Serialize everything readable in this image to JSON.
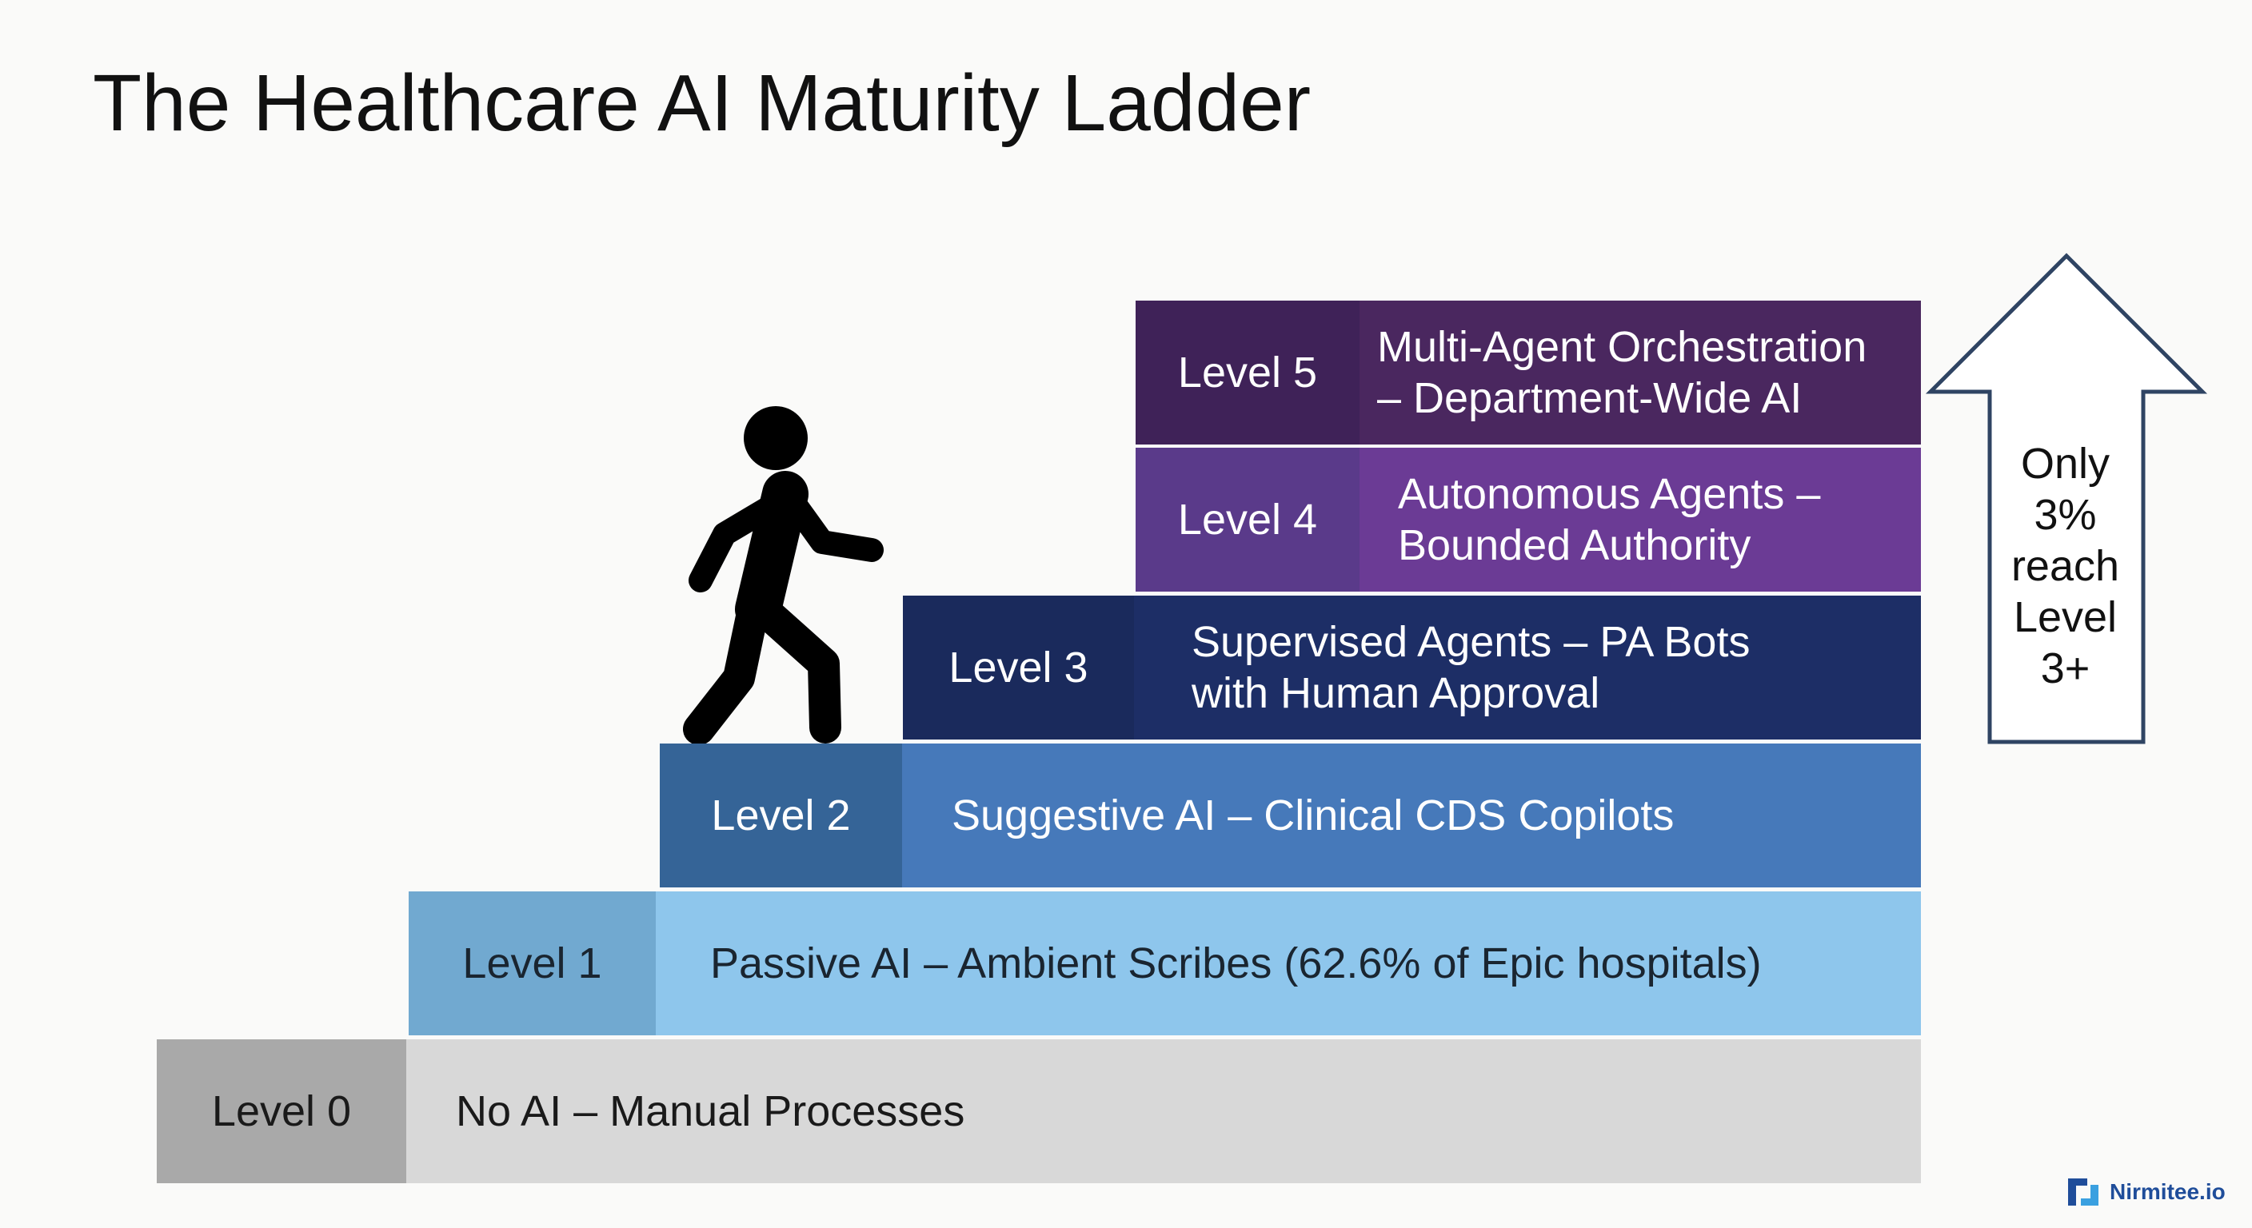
{
  "title": "The Healthcare AI Maturity Ladder",
  "levels": [
    {
      "label": "Level 0",
      "lines": [
        "No AI – Manual Processes"
      ]
    },
    {
      "label": "Level 1",
      "lines": [
        "Passive AI – Ambient Scribes (62.6% of Epic hospitals)"
      ]
    },
    {
      "label": "Level 2",
      "lines": [
        "Suggestive AI – Clinical CDS Copilots"
      ]
    },
    {
      "label": "Level 3",
      "lines": [
        "Supervised Agents – PA Bots",
        "with Human Approval"
      ]
    },
    {
      "label": "Level 4",
      "lines": [
        "Autonomous Agents –",
        "Bounded Authority"
      ]
    },
    {
      "label": "Level 5",
      "lines": [
        "Multi-Agent Orchestration",
        "– Department-Wide AI"
      ]
    }
  ],
  "callout": {
    "lines": [
      "Only",
      "3%",
      "reach",
      "Level",
      "3+"
    ]
  },
  "brand": {
    "name": "Nirmitee.io",
    "icon": "nirmitee-logo-icon"
  },
  "figure_icon": "walking-person-icon",
  "arrow_icon": "up-arrow-icon",
  "colors": {
    "level0": "#d8d8d8",
    "level1": "#8ec6ec",
    "level2": "#4679ba",
    "level3": "#1d2e66",
    "level4": "#6b3b95",
    "level5": "#4a275f",
    "arrow_stroke": "#2f4463",
    "brand": "#1f4d9a"
  }
}
